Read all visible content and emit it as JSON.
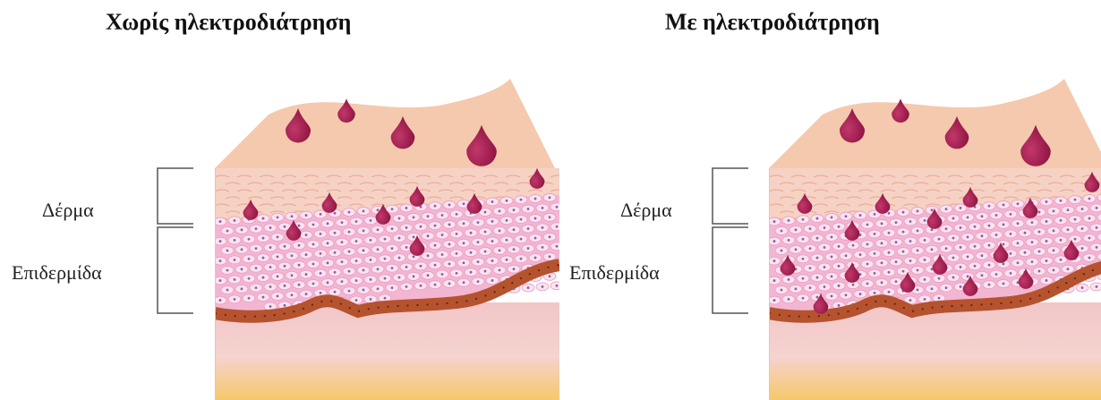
{
  "diagram": {
    "left": {
      "title": "Χωρίς ηλεκτροδιάτρηση",
      "label_dermis": "Δέρμα",
      "label_epidermis": "Επιδερμίδα"
    },
    "right": {
      "title": "Με ηλεκτροδιάτρηση",
      "label_dermis": "Δέρμα",
      "label_epidermis": "Επιδερμίδα"
    },
    "colors": {
      "drop": "#8b1240",
      "skin_surface": "#f4c9ae",
      "dermis_layer": "#f6d2c4",
      "epidermis_cells": "#f3b6d2",
      "basal_layer": "#b5532e",
      "lower_tissue": "#f2c6c8",
      "fat_layer": "#f6c86a"
    }
  }
}
